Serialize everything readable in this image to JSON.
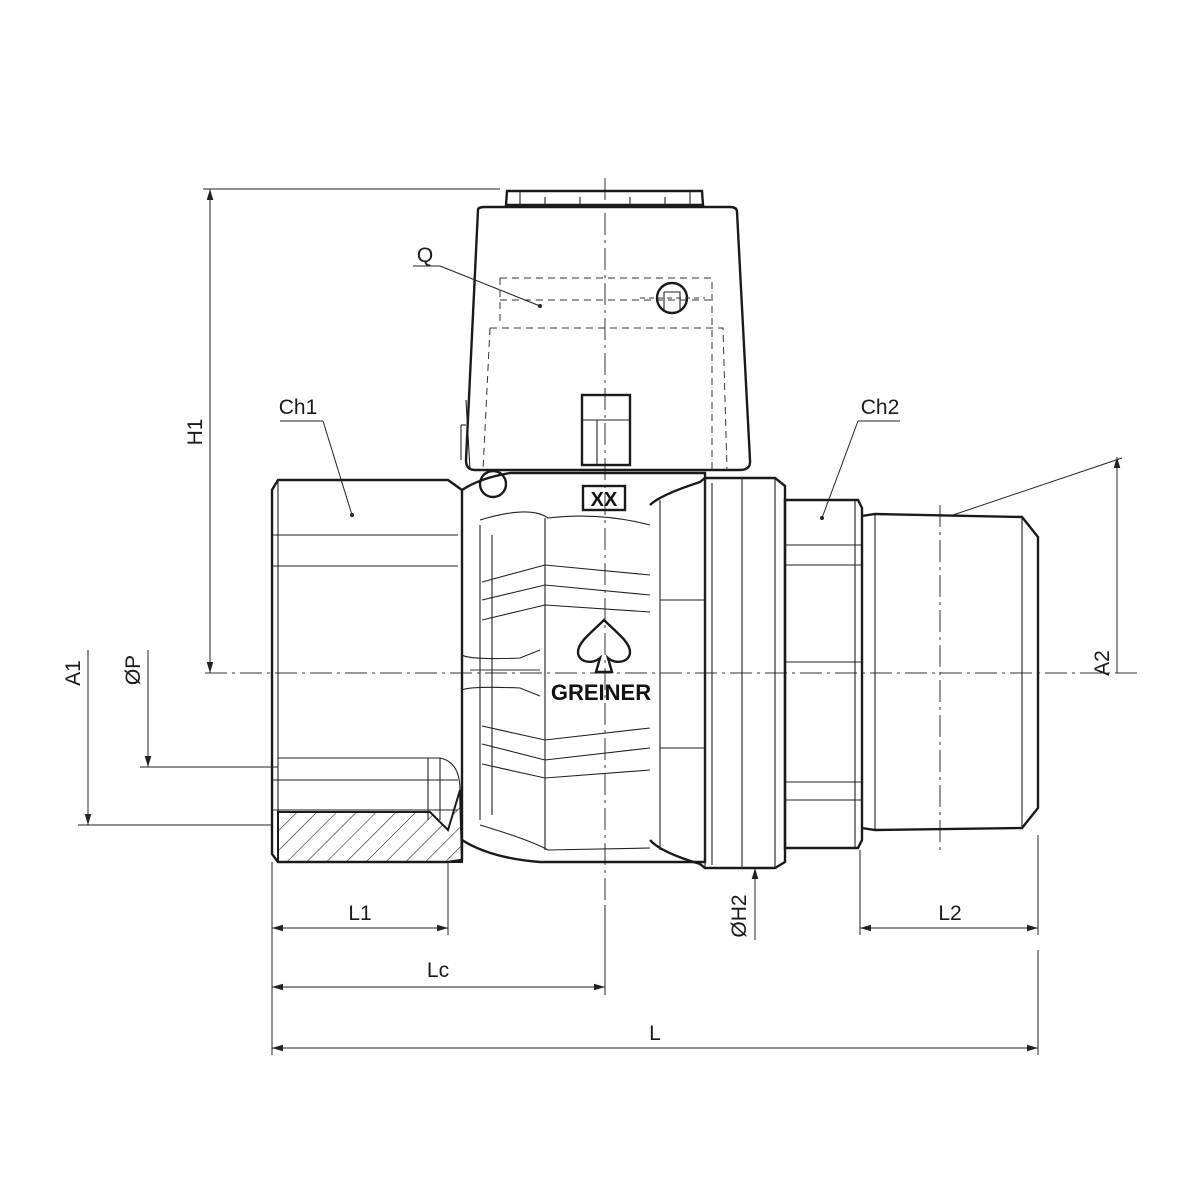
{
  "labels": {
    "q": "Q",
    "ch1": "Ch1",
    "ch2": "Ch2",
    "h1": "H1",
    "a1": "A1",
    "a2": "A2",
    "p": "ØP",
    "h2": "ØH2",
    "l1": "L1",
    "l2": "L2",
    "lc": "Lc",
    "l": "L"
  },
  "body_marks": {
    "brand": "GREINER",
    "size_code": "XX",
    "logo_icon": "spade-logo-icon"
  },
  "colors": {
    "ink": "#1a1a1a",
    "background": "#ffffff"
  }
}
